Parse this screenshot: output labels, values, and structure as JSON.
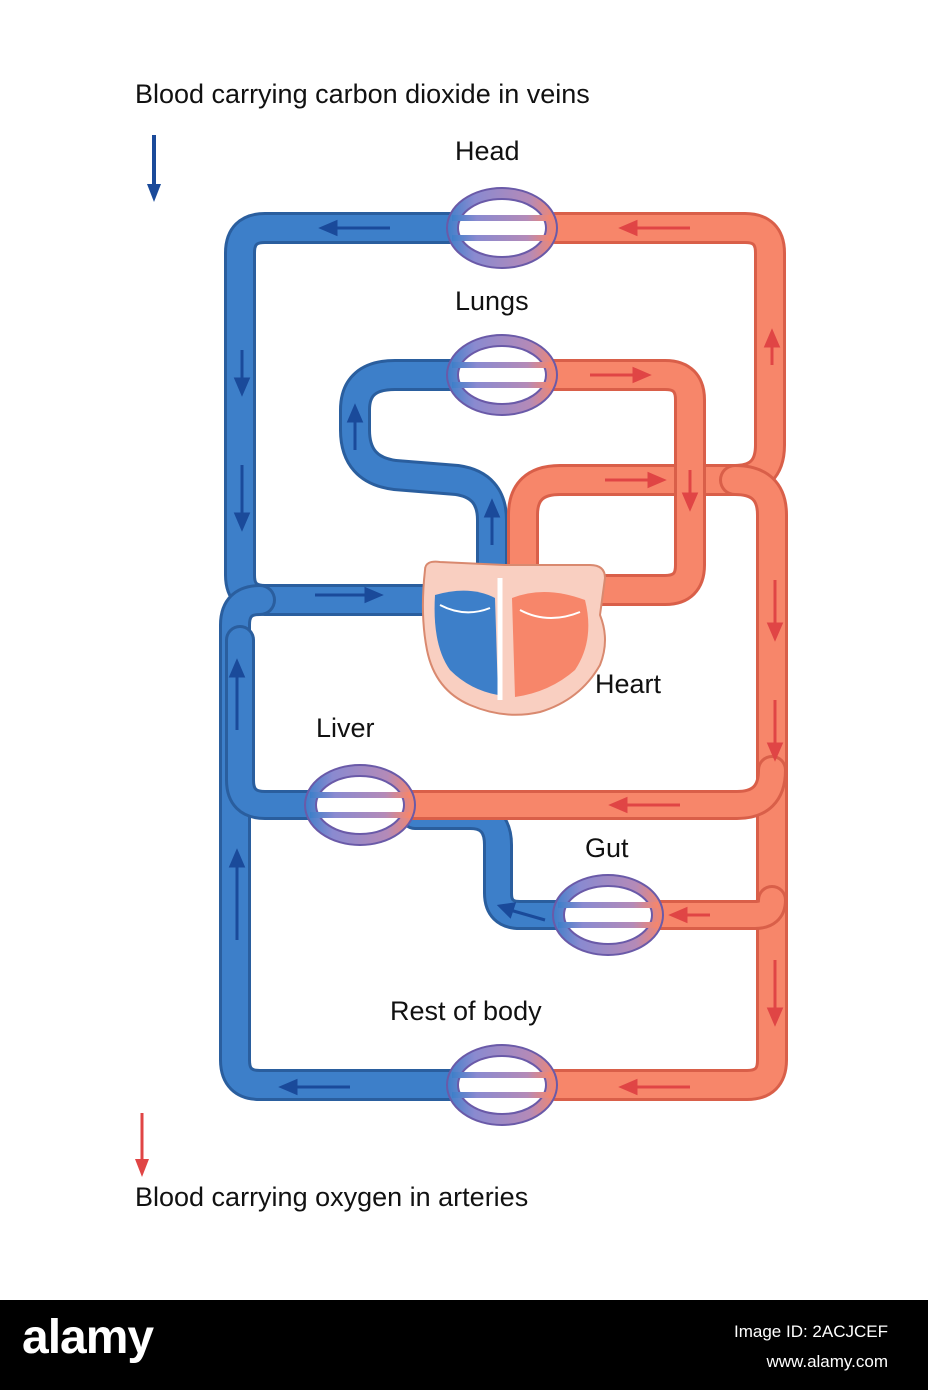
{
  "legend": {
    "veins": "Blood carrying carbon dioxide in veins",
    "arteries": "Blood carrying oxygen in arteries"
  },
  "labels": {
    "head": "Head",
    "lungs": "Lungs",
    "heart": "Heart",
    "liver": "Liver",
    "gut": "Gut",
    "rest": "Rest of body"
  },
  "colors": {
    "vein": "#3d7fc9",
    "vein_outline": "#2a5e9e",
    "artery": "#f7866a",
    "artery_outline": "#d95f49",
    "capillary": "#9a86c8",
    "heart_fill": "#f9cfc1",
    "vein_arrow": "#1a4a9a",
    "artery_arrow": "#e04545"
  },
  "footer": {
    "brand": "alamy",
    "image_id": "Image ID: 2ACJCEF",
    "site": "www.alamy.com"
  }
}
